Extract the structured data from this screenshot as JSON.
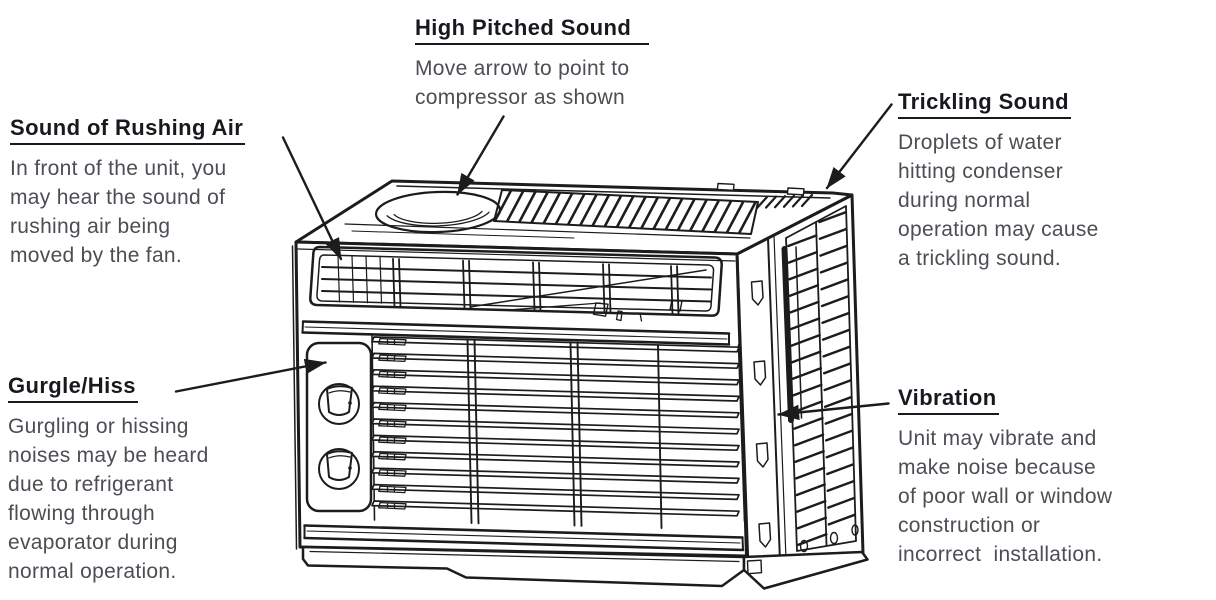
{
  "figure": {
    "type": "appliance-noise-callout-diagram",
    "subject": "window air conditioner line drawing"
  },
  "annotations": {
    "high_pitched": {
      "title": "High Pitched Sound",
      "body": "Move arrow to point to\ncompressor as shown"
    },
    "rushing_air": {
      "title": "Sound of Rushing Air",
      "body": "In front of the unit, you\nmay hear the sound of\nrushing air being\nmoved by the fan."
    },
    "trickling": {
      "title": "Trickling Sound",
      "body": "Droplets of water\nhitting condenser\nduring normal\noperation may cause\na trickling sound."
    },
    "gurgle_hiss": {
      "title": "Gurgle/Hiss",
      "body": "Gurgling or hissing\nnoises may be heard\ndue to refrigerant\nflowing through\nevaporator during\nnormal operation."
    },
    "vibration": {
      "title": "Vibration",
      "body": "Unit may vibrate and\nmake noise because\nof poor wall or window\nconstruction or\nincorrect  installation."
    }
  },
  "colors": {
    "heading": "#17191e",
    "body_text": "#4b4e54",
    "line_art": "#1c1c1c",
    "background": "#ffffff"
  }
}
